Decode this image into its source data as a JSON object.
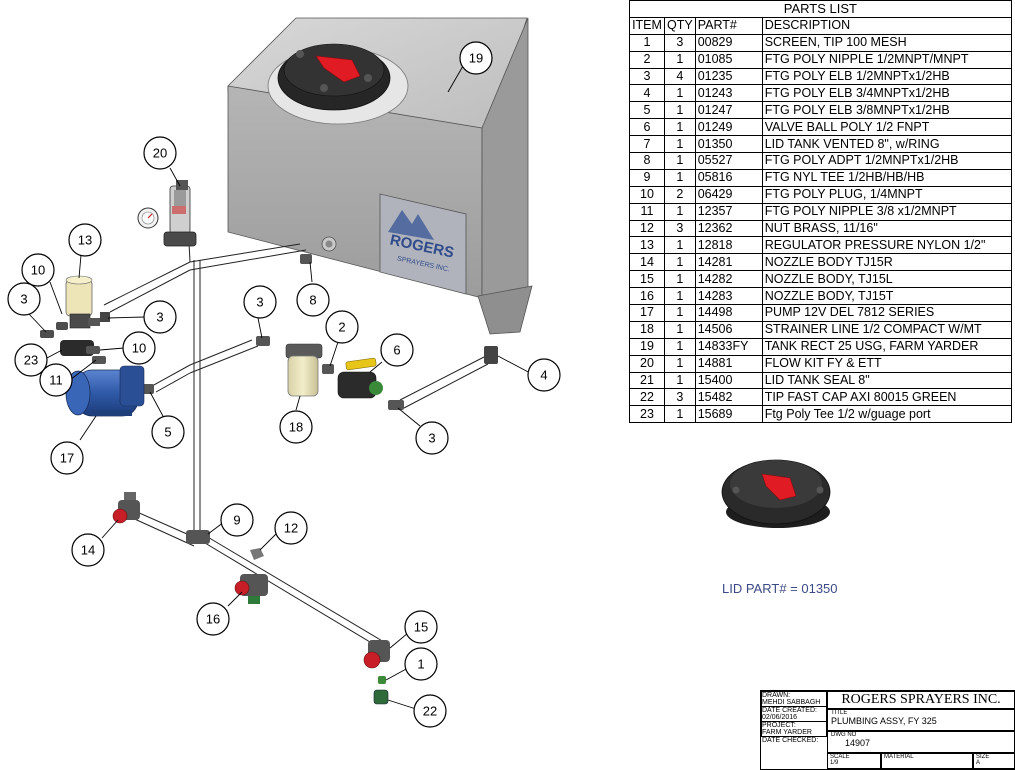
{
  "parts_list": {
    "title": "PARTS LIST",
    "headers": [
      "ITEM",
      "QTY",
      "PART#",
      "DESCRIPTION"
    ],
    "rows": [
      {
        "item": "1",
        "qty": "3",
        "part": "00829",
        "desc": "SCREEN, TIP 100 MESH"
      },
      {
        "item": "2",
        "qty": "1",
        "part": "01085",
        "desc": "FTG POLY NIPPLE 1/2MNPT/MNPT"
      },
      {
        "item": "3",
        "qty": "4",
        "part": "01235",
        "desc": "FTG POLY ELB 1/2MNPTx1/2HB"
      },
      {
        "item": "4",
        "qty": "1",
        "part": "01243",
        "desc": "FTG POLY ELB 3/4MNPTx1/2HB"
      },
      {
        "item": "5",
        "qty": "1",
        "part": "01247",
        "desc": "FTG POLY ELB 3/8MNPTx1/2HB"
      },
      {
        "item": "6",
        "qty": "1",
        "part": "01249",
        "desc": "VALVE BALL POLY 1/2 FNPT"
      },
      {
        "item": "7",
        "qty": "1",
        "part": "01350",
        "desc": "LID TANK VENTED 8\", w/RING"
      },
      {
        "item": "8",
        "qty": "1",
        "part": "05527",
        "desc": "FTG POLY ADPT 1/2MNPTx1/2HB"
      },
      {
        "item": "9",
        "qty": "1",
        "part": "05816",
        "desc": "FTG NYL TEE 1/2HB/HB/HB"
      },
      {
        "item": "10",
        "qty": "2",
        "part": "06429",
        "desc": "FTG POLY PLUG, 1/4MNPT"
      },
      {
        "item": "11",
        "qty": "1",
        "part": "12357",
        "desc": "FTG POLY NIPPLE 3/8 x1/2MNPT"
      },
      {
        "item": "12",
        "qty": "3",
        "part": "12362",
        "desc": "NUT BRASS, 11/16\""
      },
      {
        "item": "13",
        "qty": "1",
        "part": "12818",
        "desc": "REGULATOR PRESSURE NYLON 1/2\""
      },
      {
        "item": "14",
        "qty": "1",
        "part": "14281",
        "desc": "NOZZLE BODY TJ15R"
      },
      {
        "item": "15",
        "qty": "1",
        "part": "14282",
        "desc": "NOZZLE BODY, TJ15L"
      },
      {
        "item": "16",
        "qty": "1",
        "part": "14283",
        "desc": "NOZZLE BODY, TJ15T"
      },
      {
        "item": "17",
        "qty": "1",
        "part": "14498",
        "desc": "PUMP 12V DEL 7812 SERIES"
      },
      {
        "item": "18",
        "qty": "1",
        "part": "14506",
        "desc": "STRAINER LINE 1/2 COMPACT W/MT"
      },
      {
        "item": "19",
        "qty": "1",
        "part": "14833FY",
        "desc": "TANK RECT 25 USG, FARM YARDER"
      },
      {
        "item": "20",
        "qty": "1",
        "part": "14881",
        "desc": "FLOW KIT FY & ETT"
      },
      {
        "item": "21",
        "qty": "1",
        "part": "15400",
        "desc": "LID TANK SEAL 8\""
      },
      {
        "item": "22",
        "qty": "3",
        "part": "15482",
        "desc": "TIP FAST CAP AXI 80015 GREEN"
      },
      {
        "item": "23",
        "qty": "1",
        "part": "15689",
        "desc": "Ftg Poly Tee 1/2 w/guage port"
      }
    ]
  },
  "callouts": [
    "19",
    "20",
    "13",
    "10",
    "3",
    "3",
    "8",
    "3",
    "2",
    "6",
    "23",
    "10",
    "11",
    "4",
    "17",
    "5",
    "18",
    "3",
    "9",
    "12",
    "14",
    "16",
    "15",
    "1",
    "22"
  ],
  "tank_logo": {
    "line1": "ROGERS",
    "line2": "SPRAYERS INC."
  },
  "lid_label": "LID PART# = 01350",
  "title_block": {
    "drawn_label": "DRAWN:",
    "drawn_value": "MEHDI SABBAGH",
    "date_created_label": "DATE CREATED:",
    "date_created_value": "02/06/2016",
    "project_label": "PROJECT:",
    "project_value": "FARM YARDER",
    "date_checked_label": "DATE CHECKED:",
    "company": "ROGERS SPRAYERS INC.",
    "title_label": "TITLE",
    "title_value": "PLUMBING ASSY, FY 325",
    "dwg_label": "DWG NO",
    "dwg_value": "14907",
    "scale_label": "SCALE",
    "scale_value": "1/9",
    "material_label": "MATERIAL",
    "size_label": "SIZE",
    "size_value": "A"
  },
  "colors": {
    "tank": "#a9a9a9",
    "pump": "#2f5aa8",
    "lid": "#2a2a2a",
    "handle": "#e01b24",
    "label_blue": "#3b4a86",
    "valve_yellow": "#e7c619"
  }
}
